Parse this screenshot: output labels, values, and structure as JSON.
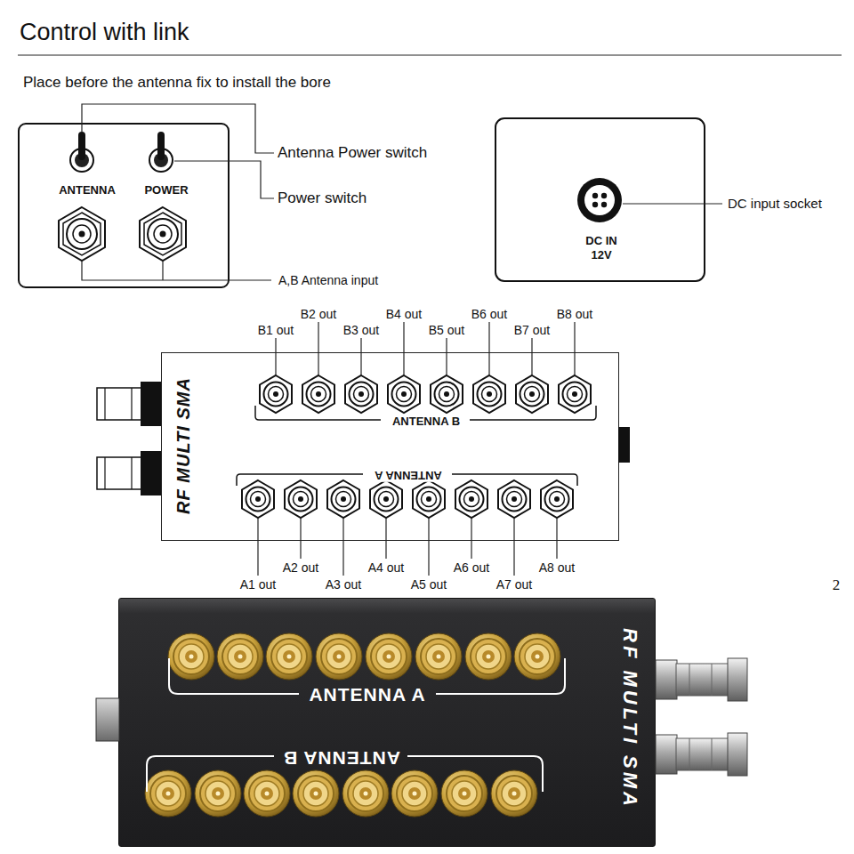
{
  "diagram": {
    "title": "Control with link",
    "nodes": [
      {
        "text": [
          "ANTENNA",
          "POWER"
        ]
      },
      {
        "text": [
          "DC IN 12V"
        ]
      },
      {
        "text": [
          "RF MULTI SMA",
          "ANTENNA B",
          "ANTENNA A"
        ]
      },
      {
        "text": [
          "ANTENNA A",
          "ANTENNA B",
          "RF MULTI SMA"
        ]
      }
    ],
    "labels": [
      "Place before the antenna fix to install the bore",
      "Antenna Power switch",
      "Power switch",
      "A,B Antenna input",
      "DC input socket",
      "B1 out",
      "B2 out",
      "B3 out",
      "B4 out",
      "B5 out",
      "B6 out",
      "B7 out",
      "B8 out",
      "A1 out",
      "A2 out",
      "A3 out",
      "A4 out",
      "A5 out",
      "A6 out",
      "A7 out",
      "A8 out",
      "2"
    ]
  }
}
